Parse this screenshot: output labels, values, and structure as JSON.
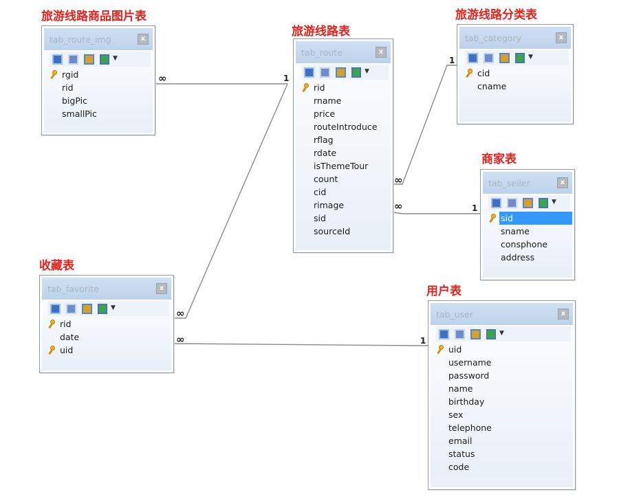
{
  "tables": {
    "img": {
      "caption": "旅游线路商品图片表",
      "name": "tab_route_img",
      "fields": [
        {
          "name": "rgid",
          "pk": true
        },
        {
          "name": "rid",
          "pk": false
        },
        {
          "name": "bigPic",
          "pk": false
        },
        {
          "name": "smallPic",
          "pk": false
        }
      ]
    },
    "route": {
      "caption": "旅游线路表",
      "name": "tab_route",
      "fields": [
        {
          "name": "rid",
          "pk": true
        },
        {
          "name": "rname",
          "pk": false
        },
        {
          "name": "price",
          "pk": false
        },
        {
          "name": "routeIntroduce",
          "pk": false
        },
        {
          "name": "rflag",
          "pk": false
        },
        {
          "name": "rdate",
          "pk": false
        },
        {
          "name": "isThemeTour",
          "pk": false
        },
        {
          "name": "count",
          "pk": false
        },
        {
          "name": "cid",
          "pk": false
        },
        {
          "name": "rimage",
          "pk": false
        },
        {
          "name": "sid",
          "pk": false
        },
        {
          "name": "sourceId",
          "pk": false
        }
      ]
    },
    "category": {
      "caption": "旅游线路分类表",
      "name": "tab_category",
      "fields": [
        {
          "name": "cid",
          "pk": true
        },
        {
          "name": "cname",
          "pk": false
        }
      ]
    },
    "seller": {
      "caption": "商家表",
      "name": "tab_seller",
      "fields": [
        {
          "name": "sid",
          "pk": true,
          "selected": true
        },
        {
          "name": "sname",
          "pk": false
        },
        {
          "name": "consphone",
          "pk": false
        },
        {
          "name": "address",
          "pk": false
        }
      ]
    },
    "favorite": {
      "caption": "收藏表",
      "name": "tab_favorite",
      "fields": [
        {
          "name": "rid",
          "pk": true
        },
        {
          "name": "date",
          "pk": false
        },
        {
          "name": "uid",
          "pk": true
        }
      ]
    },
    "user": {
      "caption": "用户表",
      "name": "tab_user",
      "fields": [
        {
          "name": "uid",
          "pk": true
        },
        {
          "name": "username",
          "pk": false
        },
        {
          "name": "password",
          "pk": false
        },
        {
          "name": "name",
          "pk": false
        },
        {
          "name": "birthday",
          "pk": false
        },
        {
          "name": "sex",
          "pk": false
        },
        {
          "name": "telephone",
          "pk": false
        },
        {
          "name": "email",
          "pk": false
        },
        {
          "name": "status",
          "pk": false
        },
        {
          "name": "code",
          "pk": false
        }
      ]
    }
  },
  "ui": {
    "close_glyph": "x",
    "dropdown_glyph": "▼",
    "key_icon": "key-icon",
    "toolbar_icons": [
      "add-field-icon",
      "copy-field-icon",
      "edit-field-icon",
      "refresh-icon"
    ]
  },
  "relations": [
    {
      "from": "img",
      "from_card": "∞",
      "to": "route",
      "to_card": "1"
    },
    {
      "from": "favorite",
      "from_card": "∞",
      "to": "route",
      "to_card": "1"
    },
    {
      "from": "route",
      "from_card": "∞",
      "to": "category",
      "to_card": "1"
    },
    {
      "from": "route",
      "from_card": "∞",
      "to": "seller",
      "to_card": "1"
    },
    {
      "from": "favorite",
      "from_card": "∞",
      "to": "user",
      "to_card": "1"
    }
  ],
  "colors": {
    "caption": "#e8211c",
    "line": "#8a8a8a",
    "selection": "#3399ff"
  }
}
